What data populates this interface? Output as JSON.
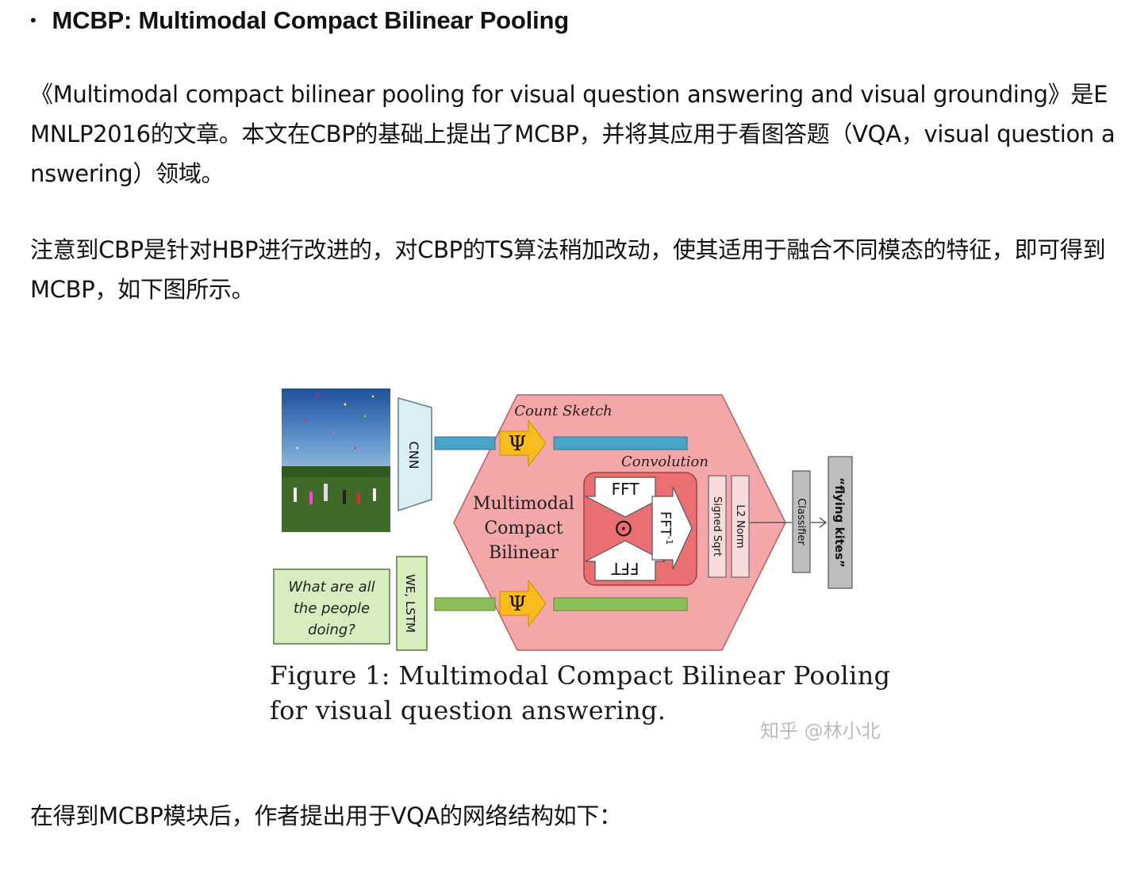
{
  "heading": {
    "bullet": "•",
    "title": "MCBP: Multimodal Compact Bilinear Pooling"
  },
  "paragraphs": {
    "p1": "《Multimodal compact bilinear pooling for visual question answering and visual grounding》是EMNLP2016的文章。本文在CBP的基础上提出了MCBP，并将其应用于看图答题（VQA，visual question answering）领域。",
    "p2": "注意到CBP是针对HBP进行改进的，对CBP的TS算法稍加改动，使其适用于融合不同模态的特征，即可得到MCBP，如下图所示。",
    "p3": "在得到MCBP模块后，作者提出用于VQA的网络结构如下："
  },
  "figure": {
    "cnn_label": "CNN",
    "lstm_label": "WE, LSTM",
    "question_text": [
      "What are all",
      "the people",
      "doing?"
    ],
    "count_sketch_label": "Count Sketch",
    "convolution_label": "Convolution",
    "psi_symbol": "Ψ",
    "mcb_label": [
      "Multimodal",
      "Compact",
      "Bilinear"
    ],
    "fft_label": "FFT",
    "ifft_label": "FFT",
    "ifft_superscript": "-1",
    "odot_symbol": "⊙",
    "signed_sqrt_label": "Signed Sqrt",
    "l2_norm_label": "L2 Norm",
    "classifier_label": "Classifier",
    "answer_label": "“flying kites”",
    "caption": "Figure 1: Multimodal Compact Bilinear Pooling for visual question answering.",
    "watermark": "知乎 @林小北",
    "colors": {
      "hexagon": "#f4a7a9",
      "conv_box": "#ea6f73",
      "image_feature": "#4aa3c8",
      "text_feature": "#8cbf5a",
      "psi_arrow": "#f7bb1e",
      "cnn_block": "#d9eef5",
      "question_box": "#d7ecbf"
    }
  }
}
